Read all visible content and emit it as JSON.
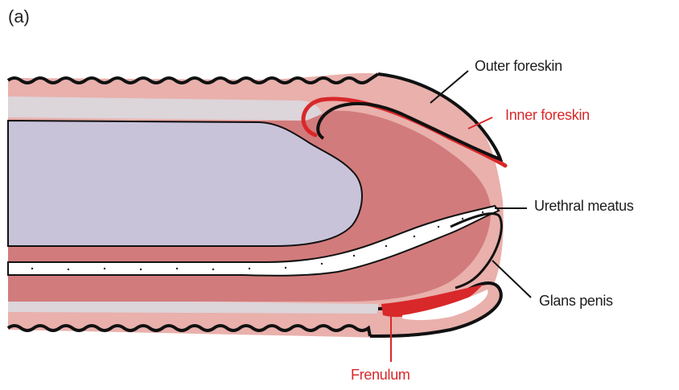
{
  "panel_label": "(a)",
  "labels": {
    "outer_foreskin": "Outer foreskin",
    "inner_foreskin": "Inner foreskin",
    "urethral_meatus": "Urethral meatus",
    "glans_penis": "Glans penis",
    "frenulum": "Frenulum"
  },
  "colors": {
    "outer_skin": "#e9b0ac",
    "glans": "#d27b7c",
    "corpus": "#c9c3da",
    "tissue_light": "#dcd5da",
    "highlight_red": "#d8282a",
    "outline": "#111111",
    "label_black": "#1d1d1d",
    "label_red": "#d8282a"
  }
}
